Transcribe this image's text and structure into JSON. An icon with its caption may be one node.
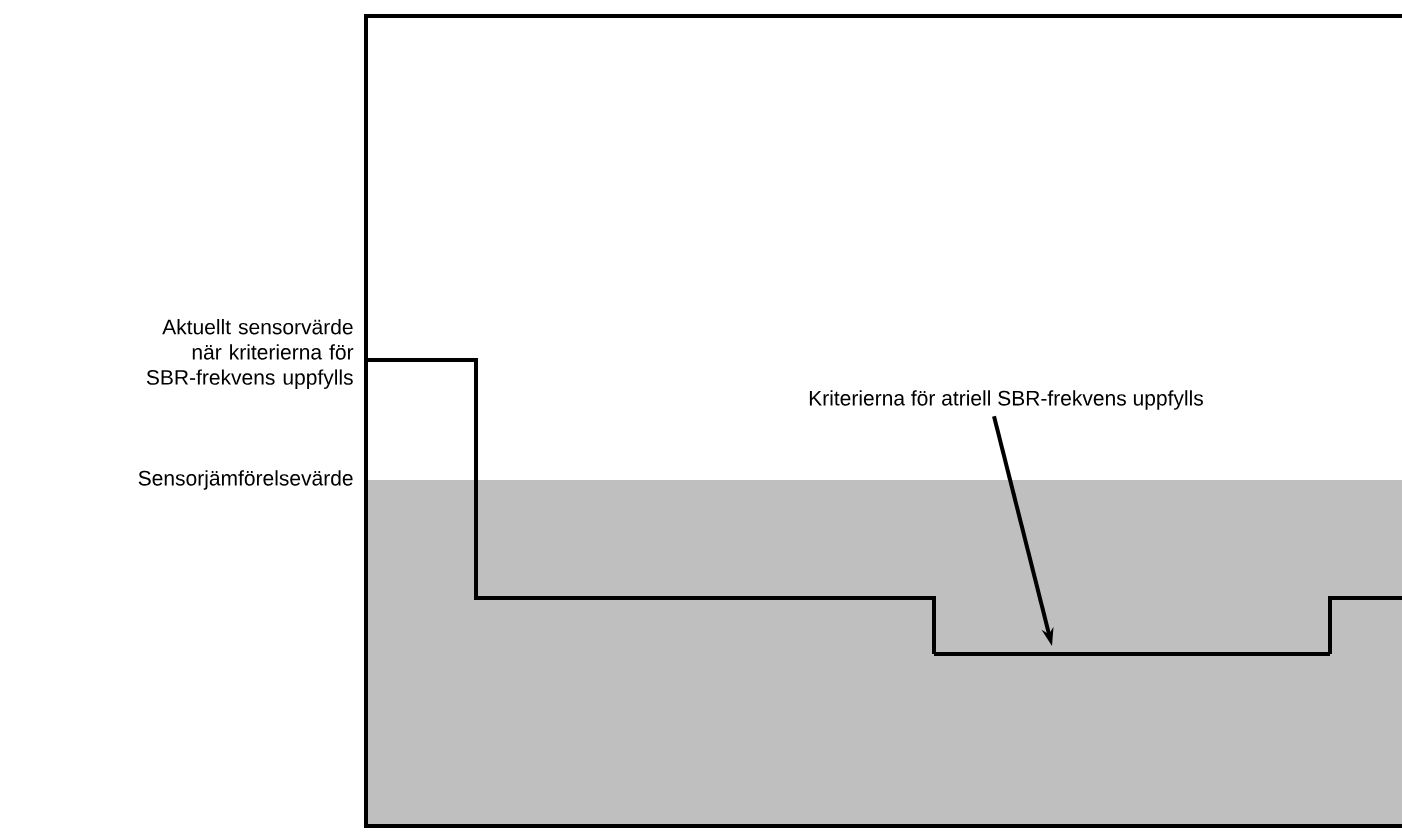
{
  "diagram": {
    "nodes": [
      {
        "text": [
          "Kriterierna för atriell SBR-frekvens uppfylls"
        ]
      },
      {
        "text": [],
        "shape": "line"
      }
    ],
    "edges": [
      {
        "from": 0,
        "to": 1,
        "arrow": "to"
      }
    ],
    "labels": [
      "Aktuellt sensorvärde när kriterierna för SBR-frekvens uppfylls",
      "Sensorjämförelsevärde"
    ]
  }
}
